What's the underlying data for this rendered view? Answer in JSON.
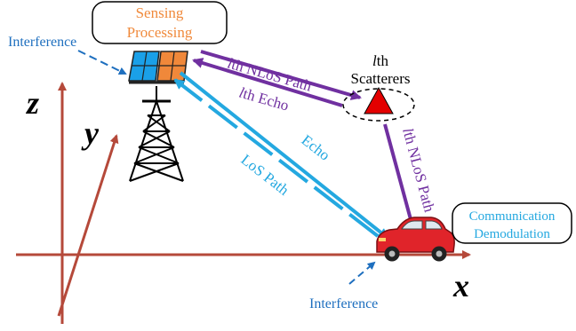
{
  "boxes": {
    "sensing_line1": "Sensing",
    "sensing_line2": "Processing",
    "comm_line1": "Communication",
    "comm_line2": "Demodulation"
  },
  "labels": {
    "interference_top": "Interference",
    "interference_bottom": "Interference",
    "nlos_path_top_prefix": "l",
    "nlos_path_top_rest": "th NLoS Path",
    "echo_purple_prefix": "l",
    "echo_purple_rest": "th Echo",
    "scatterers_prefix": "l",
    "scatterers_th": "th",
    "scatterers_word": "Scatterers",
    "nlos_path_right_prefix": "l",
    "nlos_path_right_rest": "th NLoS Path",
    "echo_blue": "Echo",
    "los_path": "LoS Path"
  },
  "axes": {
    "x": "x",
    "y": "y",
    "z": "z"
  },
  "colors": {
    "axis_red": "#b5493a",
    "purple": "#7030a0",
    "cyan": "#24a8e0",
    "blue_label": "#1e6fbf",
    "orange": "#f08a3c",
    "scatterer_red": "#e30000",
    "car_red": "#e0242a",
    "box_outline": "#000000"
  }
}
